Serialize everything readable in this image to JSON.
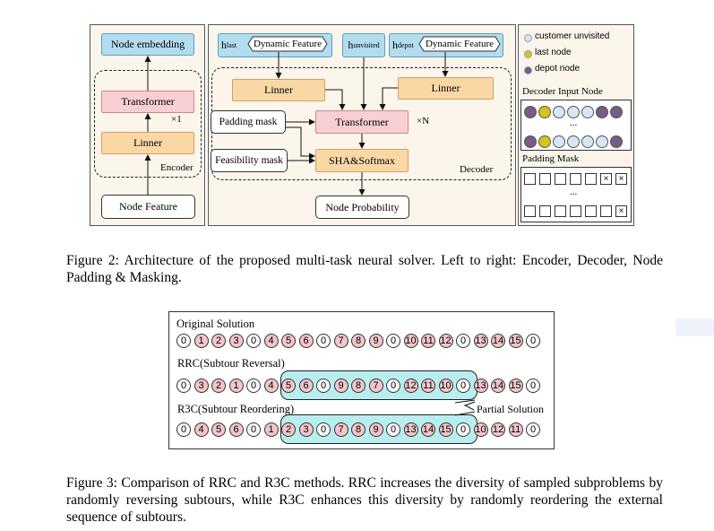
{
  "figure2": {
    "encoder": {
      "node_embedding": "Node embedding",
      "transformer": "Transformer",
      "times": "×1",
      "linner": "Linner",
      "label": "Encoder",
      "node_feature": "Node Feature"
    },
    "decoder": {
      "h_last": "h",
      "h_last_sub": "last",
      "h_unvisited": "h",
      "h_unvisited_sub": "unvisited",
      "h_depot": "h",
      "h_depot_sub": "depot",
      "dynamic_feature": "Dynamic Feature",
      "linner": "Linner",
      "padding_mask": "Padding mask",
      "feasibility_mask": "Feasibility mask",
      "transformer": "Transformer",
      "times": "×N",
      "sha_softmax": "SHA&Softmax",
      "label": "Decoder",
      "node_probability": "Node Probability"
    },
    "padding": {
      "legend": [
        {
          "label": "customer unvisited",
          "color": "#d6e6f5"
        },
        {
          "label": "last node",
          "color": "#d9c21a"
        },
        {
          "label": "depot node",
          "color": "#7a5a86"
        }
      ],
      "decoder_input_title": "Decoder Input Node",
      "row1": [
        "depot",
        "last",
        "cust",
        "cust",
        "cust",
        "depot",
        "depot"
      ],
      "row2": [
        "depot",
        "last",
        "cust",
        "cust",
        "cust",
        "cust",
        "depot"
      ],
      "ellipsis": "...",
      "padding_mask_title": "Padding Mask",
      "mask_row1": [
        "",
        "",
        "",
        "",
        "",
        "×",
        "×"
      ],
      "mask_row2": [
        "",
        "",
        "",
        "",
        "",
        "",
        "×"
      ]
    },
    "caption": "Figure 2: Architecture of the proposed multi-task neural solver. Left to right: Encoder, Decoder, Node Padding & Masking."
  },
  "figure3": {
    "original_title": "Original Solution",
    "original": [
      "0",
      "1",
      "2",
      "3",
      "0",
      "4",
      "5",
      "6",
      "0",
      "7",
      "8",
      "9",
      "0",
      "10",
      "11",
      "12",
      "0",
      "13",
      "14",
      "15",
      "0"
    ],
    "rrc_title": "RRC(Subtour Reversal)",
    "rrc": [
      "0",
      "3",
      "2",
      "1",
      "0",
      "4",
      "5",
      "6",
      "0",
      "9",
      "8",
      "7",
      "0",
      "12",
      "11",
      "10",
      "0",
      "13",
      "14",
      "15",
      "0"
    ],
    "r3c_title": "R3C(Subtour Reordering)",
    "r3c": [
      "0",
      "4",
      "5",
      "6",
      "0",
      "1",
      "2",
      "3",
      "0",
      "7",
      "8",
      "9",
      "0",
      "13",
      "14",
      "15",
      "0",
      "10",
      "12",
      "11",
      "0"
    ],
    "partial_solution": "Partial Solution",
    "caption": "Figure 3: Comparison of RRC and R3C methods. RRC increases the diversity of sampled subproblems by randomly reversing subtours, while R3C enhances this diversity by randomly reordering the external sequence of subtours."
  }
}
